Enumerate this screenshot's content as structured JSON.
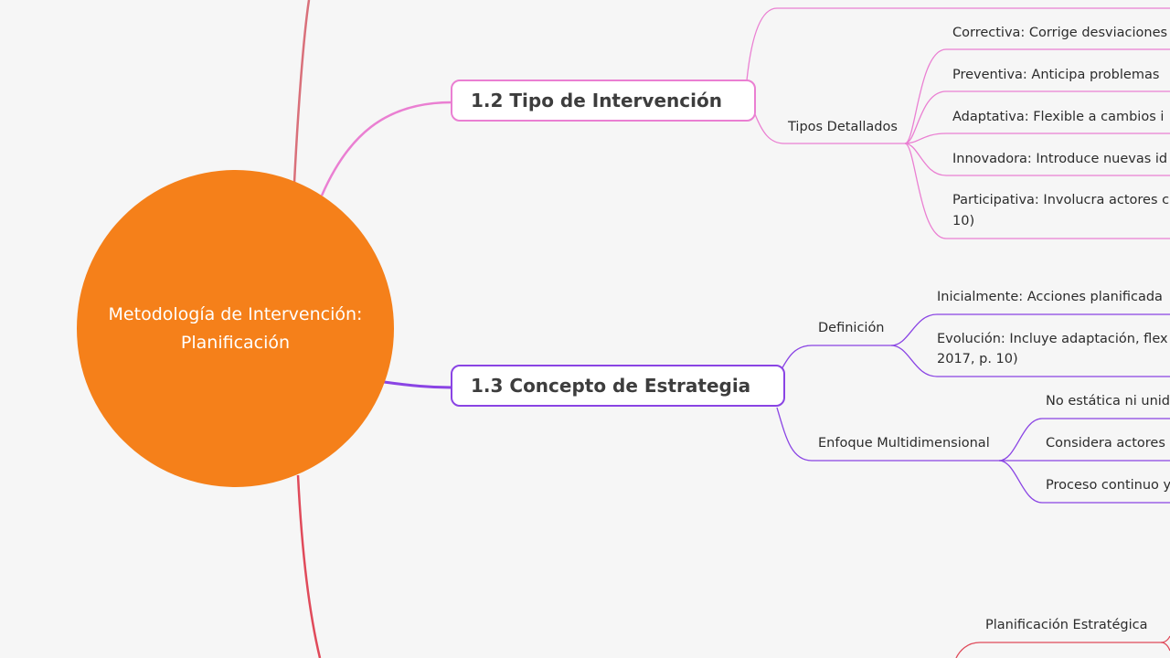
{
  "mindmap": {
    "root": {
      "label": "Metodología de Intervención: Planificación"
    },
    "colors": {
      "root": "#f5801a",
      "tipo": "#ea7fd2",
      "concepto": "#8a44e4",
      "plan": "#e04a5a",
      "top_branch": "#d9707a"
    },
    "tipo": {
      "title": "1.2 Tipo de Intervención",
      "group": "Tipos Detallados",
      "items": [
        "Correctiva: Corrige desviaciones",
        "Preventiva: Anticipa problemas",
        "Adaptativa: Flexible a cambios i",
        "Innovadora: Introduce nuevas id",
        "Participativa: Involucra actores c",
        "10)"
      ]
    },
    "concepto": {
      "title": "1.3 Concepto de Estrategia",
      "definicion": {
        "label": "Definición",
        "items": [
          "Inicialmente: Acciones planificada",
          "Evolución: Incluye adaptación, flex",
          "2017, p. 10)"
        ]
      },
      "enfoque": {
        "label": "Enfoque Multidimensional",
        "items": [
          "No estática ni unid",
          "Considera actores",
          "Proceso continuo y"
        ]
      }
    },
    "plan": {
      "label": "Planificación Estratégica"
    }
  }
}
